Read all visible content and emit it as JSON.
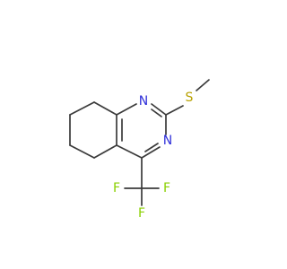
{
  "molecule": {
    "atoms": {
      "n1": {
        "symbol": "N",
        "color": "#2f2fd9"
      },
      "n3": {
        "symbol": "N",
        "color": "#2f2fd9"
      },
      "s": {
        "symbol": "S",
        "color": "#b8a100"
      },
      "f_left": {
        "symbol": "F",
        "color": "#8ad000"
      },
      "f_right": {
        "symbol": "F",
        "color": "#8ad000"
      },
      "f_bottom": {
        "symbol": "F",
        "color": "#8ad000"
      }
    },
    "bond_color": "#3b3b3b"
  }
}
